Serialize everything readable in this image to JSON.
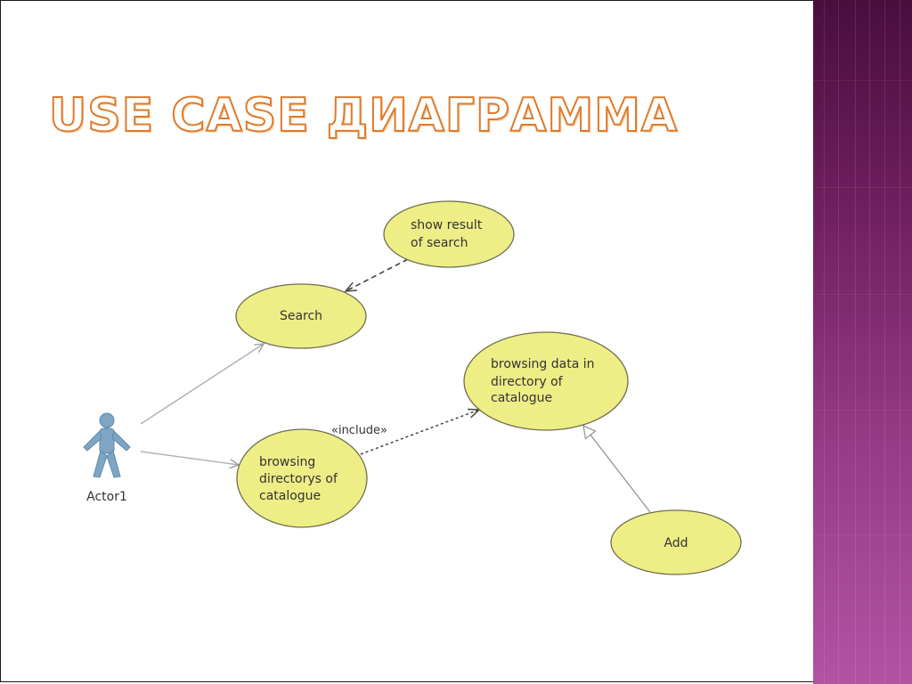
{
  "slide": {
    "title": "USE CASE ДИАГРАММА",
    "accent_color": "#e07a2a",
    "side_band_color": "#963b85"
  },
  "diagram": {
    "actor": {
      "label": "Actor1",
      "icon": "stick-figure-icon",
      "color": "#7ea6c4"
    },
    "use_cases": {
      "show_result": [
        "show result",
        "of search"
      ],
      "search": [
        "Search"
      ],
      "browsing_data": [
        "browsing data in",
        "directory of",
        "catalogue"
      ],
      "browsing_dirs": [
        "browsing",
        "directorys of",
        "catalogue"
      ],
      "add": [
        "Add"
      ]
    },
    "use_case_fill": "#eeee86",
    "stereotype_label": "«include»"
  }
}
